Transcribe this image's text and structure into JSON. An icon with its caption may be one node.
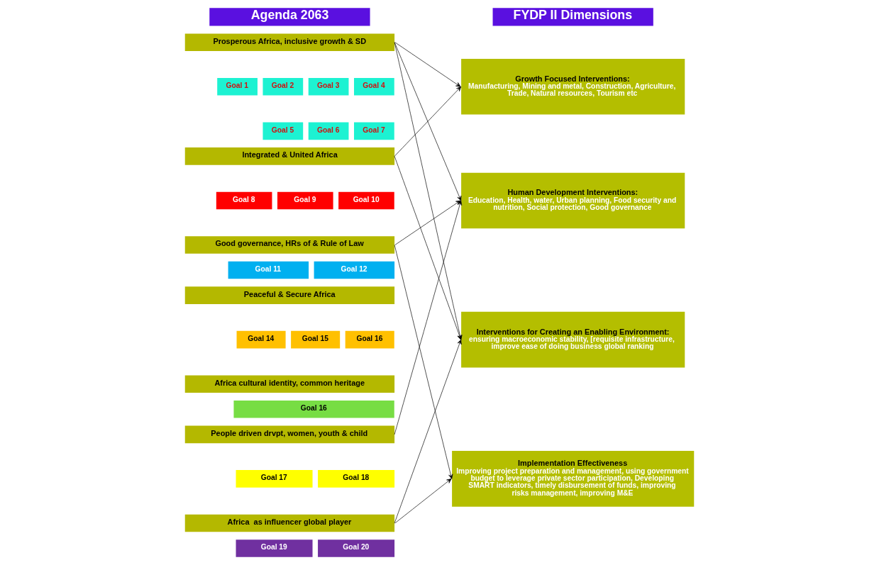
{
  "diagram": {
    "nodes": [
      {
        "text": [
          "Agenda 2063"
        ]
      },
      {
        "text": [
          "FYDP II Dimensions"
        ]
      },
      {
        "text": [
          "Prosperous Africa, inclusive growth & SD"
        ]
      },
      {
        "text": [
          "Goal 1"
        ]
      },
      {
        "text": [
          "Goal 2"
        ]
      },
      {
        "text": [
          "Goal 3"
        ]
      },
      {
        "text": [
          "Goal 4"
        ]
      },
      {
        "text": [
          "Goal 5"
        ]
      },
      {
        "text": [
          "Goal 6"
        ]
      },
      {
        "text": [
          "Goal 7"
        ]
      },
      {
        "text": [
          "Integrated & United Africa"
        ]
      },
      {
        "text": [
          "Goal 8"
        ]
      },
      {
        "text": [
          "Goal 9"
        ]
      },
      {
        "text": [
          "Goal 10"
        ]
      },
      {
        "text": [
          "Good governance, HRs of & Rule of Law"
        ]
      },
      {
        "text": [
          "Goal 11"
        ]
      },
      {
        "text": [
          "Goal 12"
        ]
      },
      {
        "text": [
          "Peaceful & Secure Africa"
        ]
      },
      {
        "text": [
          "Goal 14"
        ]
      },
      {
        "text": [
          "Goal 15"
        ]
      },
      {
        "text": [
          "Goal 16"
        ]
      },
      {
        "text": [
          "Africa cultural identity, common heritage"
        ]
      },
      {
        "text": [
          "Goal 16"
        ]
      },
      {
        "text": [
          "People driven drvpt, women, youth & child"
        ]
      },
      {
        "text": [
          "Goal 17"
        ]
      },
      {
        "text": [
          "Goal 18"
        ]
      },
      {
        "text": [
          "Africa  as influencer global player"
        ]
      },
      {
        "text": [
          "Goal 19"
        ]
      },
      {
        "text": [
          "Goal 20"
        ]
      },
      {
        "text": [
          "Growth Focused Interventions:",
          "Manufacturing, Mining and metal, Construction, Agriculture, Trade, Natural resources, Tourism etc"
        ]
      },
      {
        "text": [
          "Human Development Interventions:",
          "Education, Health, water, Urban planning, Food security and nutrition, Social protection, Good governance"
        ]
      },
      {
        "text": [
          "Interventions for Creating an Enabling Environment:",
          "ensuring macroeconomic stability, [requisite infrastructure, improve ease of doing business global ranking"
        ]
      },
      {
        "text": [
          "Implementation Effectiveness",
          "Improving project preparation and management, using government budget to leverage private sector participation, Developing SMART indicators, timely disbursement of funds, improving risks management, improving M&E"
        ]
      }
    ],
    "edges": [
      {
        "from": 2,
        "to": 29,
        "arrow": "to"
      },
      {
        "from": 2,
        "to": 30,
        "arrow": "to"
      },
      {
        "from": 2,
        "to": 31,
        "arrow": "to"
      },
      {
        "from": 10,
        "to": 29,
        "arrow": "to"
      },
      {
        "from": 10,
        "to": 31,
        "arrow": "to"
      },
      {
        "from": 14,
        "to": 30,
        "arrow": "to"
      },
      {
        "from": 14,
        "to": 32,
        "arrow": "to"
      },
      {
        "from": 23,
        "to": 30,
        "arrow": "to"
      },
      {
        "from": 26,
        "to": 31,
        "arrow": "to"
      },
      {
        "from": 26,
        "to": 32,
        "arrow": "to"
      }
    ]
  }
}
